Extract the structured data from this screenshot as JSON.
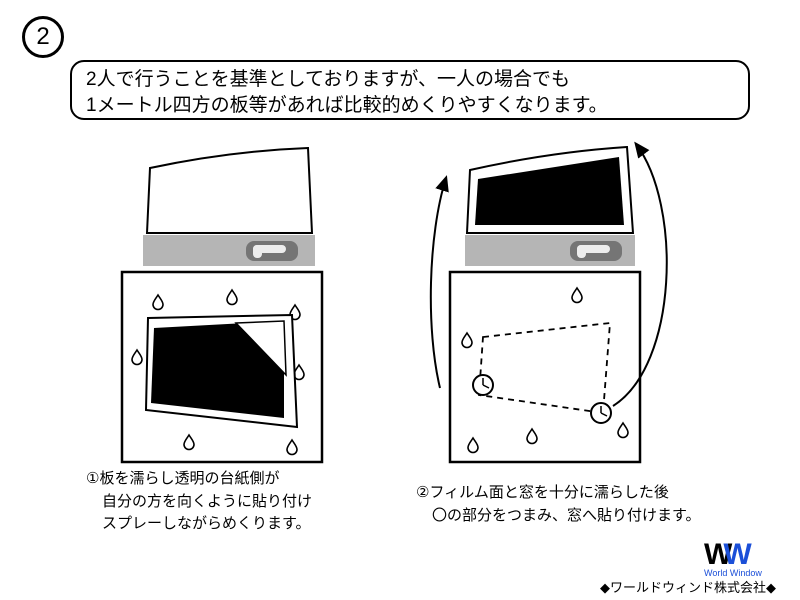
{
  "step_badge": "2",
  "speech_bubble": {
    "line1": "2人で行うことを基準としておりますが、一人の場合でも",
    "line2": "1メートル四方の板等があれば比較的めくりやすくなります。"
  },
  "captions": {
    "left": {
      "line1": "①板を濡らし透明の台紙側が",
      "line2": "自分の方を向くように貼り付け",
      "line3": "スプレーしながらめくります。"
    },
    "right": {
      "line1": "②フィルム面と窓を十分に濡らした後",
      "line2": "〇の部分をつまみ、窓へ貼り付けます。"
    }
  },
  "footer": {
    "logo_w1": "W",
    "logo_w2": "W",
    "logo_subtext": "World Window",
    "company": "◆ワールドウィンド株式会社◆"
  },
  "colors": {
    "logo_blue": "#1b4fd8",
    "bar_gray": "#b5b5b5",
    "handle_dark_gray": "#757575",
    "film_black": "#000000"
  }
}
